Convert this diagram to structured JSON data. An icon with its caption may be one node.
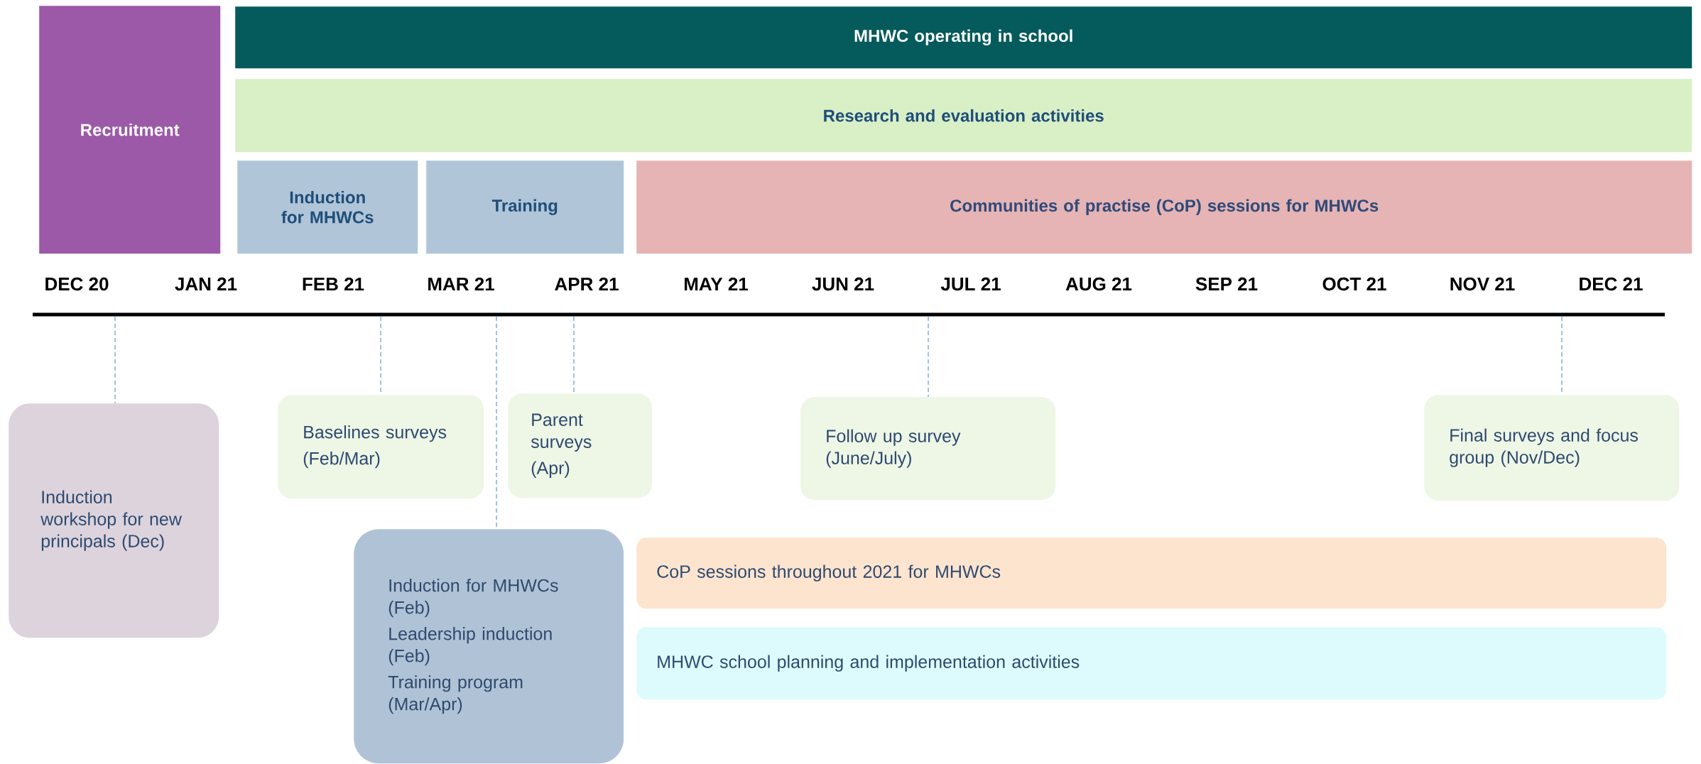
{
  "diagram": {
    "nodes": [
      {
        "text": [
          "Recruitment"
        ]
      },
      {
        "text": [
          "MHWC operating in school"
        ]
      },
      {
        "text": [
          "Research and evaluation activities"
        ]
      },
      {
        "text": [
          "Induction for MHWCs"
        ]
      },
      {
        "text": [
          "Training"
        ]
      },
      {
        "text": [
          "Communities of practise (CoP) sessions for MHWCs"
        ]
      },
      {
        "text": [
          "Induction workshop for new principals (Dec)"
        ]
      },
      {
        "text": [
          "Baselines surveys",
          "(Feb/Mar)"
        ]
      },
      {
        "text": [
          "Parent surveys",
          "(Apr)"
        ]
      },
      {
        "text": [
          "Follow up survey (June/July)"
        ]
      },
      {
        "text": [
          "Induction for MHWCs (Feb)",
          "Leadership induction (Feb)",
          "Training program (Mar/Apr)"
        ]
      },
      {
        "text": [
          "CoP sessions throughout 2021 for MHWCs"
        ]
      },
      {
        "text": [
          "MHWC school planning and implementation activities"
        ]
      },
      {
        "text": [
          "Final surveys and focus group (Nov/Dec)"
        ]
      }
    ],
    "edges": [
      {
        "from": null,
        "to": 6,
        "arrow": "none",
        "style": "dashed"
      },
      {
        "from": null,
        "to": 7,
        "arrow": "none",
        "style": "dashed"
      },
      {
        "from": null,
        "to": 10,
        "arrow": "none",
        "style": "dashed"
      },
      {
        "from": null,
        "to": 8,
        "arrow": "none",
        "style": "dashed"
      },
      {
        "from": null,
        "to": 9,
        "arrow": "none",
        "style": "dashed"
      },
      {
        "from": null,
        "to": 13,
        "arrow": "none",
        "style": "dashed"
      }
    ],
    "labels": [
      "DEC 20",
      "JAN 21",
      "FEB 21",
      "MAR 21",
      "APR 21",
      "MAY 21",
      "JUN 21",
      "JUL 21",
      "AUG 21",
      "SEP 21",
      "OCT 21",
      "NOV 21",
      "DEC 21"
    ]
  }
}
